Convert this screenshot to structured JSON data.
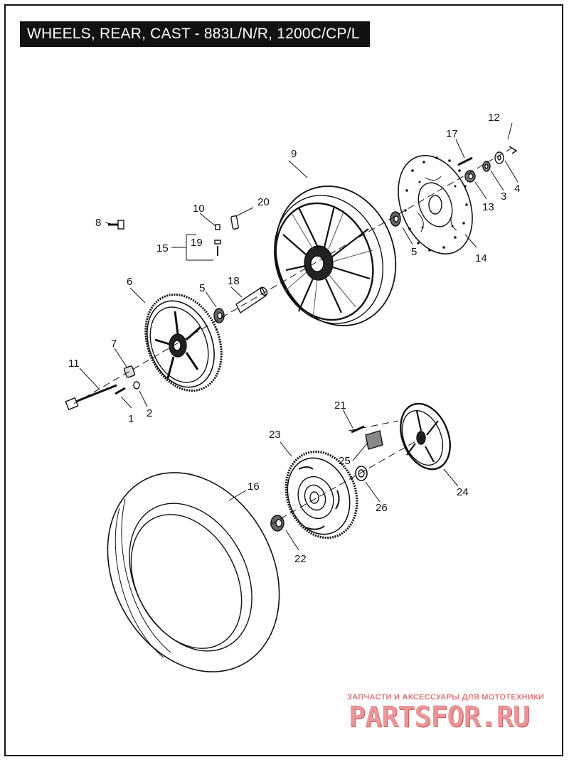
{
  "title": "WHEELS, REAR, CAST - 883L/N/R, 1200C/CP/L",
  "callouts": {
    "c1": "1",
    "c2": "2",
    "c3": "3",
    "c4": "4",
    "c5a": "5",
    "c5b": "5",
    "c6": "6",
    "c7": "7",
    "c8": "8",
    "c9": "9",
    "c10": "10",
    "c11": "11",
    "c12": "12",
    "c13": "13",
    "c14": "14",
    "c15": "15",
    "c16": "16",
    "c17": "17",
    "c18": "18",
    "c19": "19",
    "c20": "20",
    "c21": "21",
    "c22": "22",
    "c23": "23",
    "c24": "24",
    "c25": "25",
    "c26": "26"
  },
  "watermark": {
    "tagline": "ЗАПЧАСТИ И АКСЕССУАРЫ ДЛЯ МОТОТЕХНИКИ",
    "logo": "PARTSFOR.RU"
  },
  "colors": {
    "ink": "#111111",
    "watermark": "#e8969a"
  }
}
